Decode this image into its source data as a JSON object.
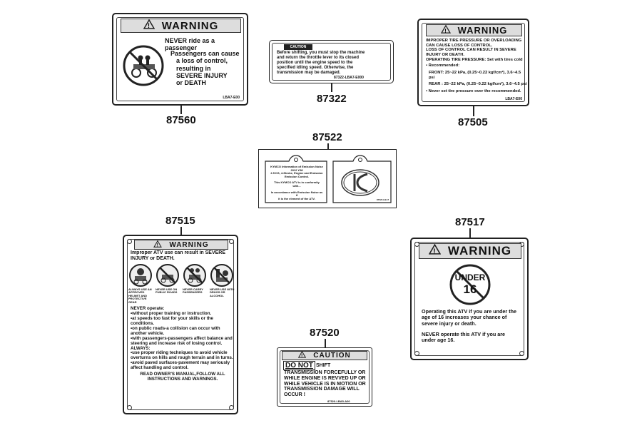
{
  "parts": {
    "p87560": {
      "number": "87560",
      "header": "WARNING",
      "line1": "NEVER ride as a passenger",
      "body": [
        "Passengers can cause",
        "a loss of control,",
        "resulting in",
        "SEVERE INJURY",
        "or DEATH"
      ],
      "code": "LBA7-E00"
    },
    "p87322": {
      "number": "87322",
      "header": "CAUTION",
      "body": [
        "Before shifting, you must stop the machine",
        "and return the throttle lever to its closed",
        "position until the engine speed to the",
        "specified idling speed. Otherwise, the",
        "transmission may be damaged."
      ],
      "code": "87322-LBA7-E000"
    },
    "p87505": {
      "number": "87505",
      "header": "WARNING",
      "body": [
        "IMPROPER TIRE PRESSURE OR OVERLOADING",
        "CAN CAUSE LOSS OF CONTROL.",
        "LOSS OF CONTROL CAN RESULT IN SEVERE",
        "INJURY OR DEATH.",
        "OPERATING TIRE PRESSURE: Set with tires cold"
      ],
      "recommended": "• Recommended:",
      "front": "FRONT: 25~22 kPa, (0.25~0.22 kgf/cm²), 3.6~4.5 psi",
      "rear": "REAR : 25~22 kPa, (0.25~0.22 kgf/cm²), 3.6~4.5 psi",
      "note": "• Never set tire pressure over the recommended.",
      "code": "LBA7-E00"
    },
    "p87522": {
      "number": "87522",
      "left_lines": [
        "KYMCO Information of Emission Noise",
        "2012 Y/M",
        "2.5 KS, 4-Stroke, Engine and Emission",
        "Emission Control.",
        "This KYMCO ATV is in conformity",
        "with...",
        "In accordance with Emission Noise as if",
        "it is the element of the ATV."
      ],
      "code": "87522-LBA7"
    },
    "p87515": {
      "number": "87515",
      "header": "WARNING",
      "intro": "Improper ATV use can result in SEVERE INJURY or DEATH.",
      "icons": [
        {
          "caption": "ALWAYS USE AN APPROVED HELMET AND PROTECTIVE GEAR"
        },
        {
          "caption": "NEVER USE ON PUBLIC ROADS"
        },
        {
          "caption": "NEVER CARRY PASSENGERS"
        },
        {
          "caption": "NEVER USE WITH DRUGS OR ALCOHOL"
        }
      ],
      "never_heading": "NEVER operate:",
      "never_items": [
        "•without proper training or instruction.",
        "•at speeds too fast for your skills or the conditions.",
        "•on public roads-a collision can occur with another vehicle.",
        "•with passengers-passengers affect balance and steering and increase risk of losing control."
      ],
      "always_heading": "ALWAYS:",
      "always_items": [
        "•use proper riding techniques to avoid vehicle overturns on hills and rough terrain and in turns.",
        "•avoid paved surfaces-pavement may seriously affect handling and control."
      ],
      "footer": "READ OWNER'S MANUAL,FOLLOW ALL INSTRUCTIONS AND WARNINGS."
    },
    "p87517": {
      "number": "87517",
      "header": "WARNING",
      "under": "UNDER",
      "age": "16",
      "para1": "Operating this ATV if you are under the age of 16 increases your chance of severe injury or death.",
      "para2": "NEVER operate this ATV if you are under age 16."
    },
    "p87520": {
      "number": "87520",
      "header": "CAUTION",
      "do_not": "DO NOT",
      "shift": "SHIFT",
      "body": [
        "TRANSMISSION FORCEFULLY OR",
        "WHILE ENGINE IS REVVED UP OR",
        "WHILE VEHICLE IS IN MOTION OR",
        "TRANSMISSION DAMAGE WILL",
        "OCCUR !"
      ],
      "code": "87520-LBA5-A00"
    }
  }
}
